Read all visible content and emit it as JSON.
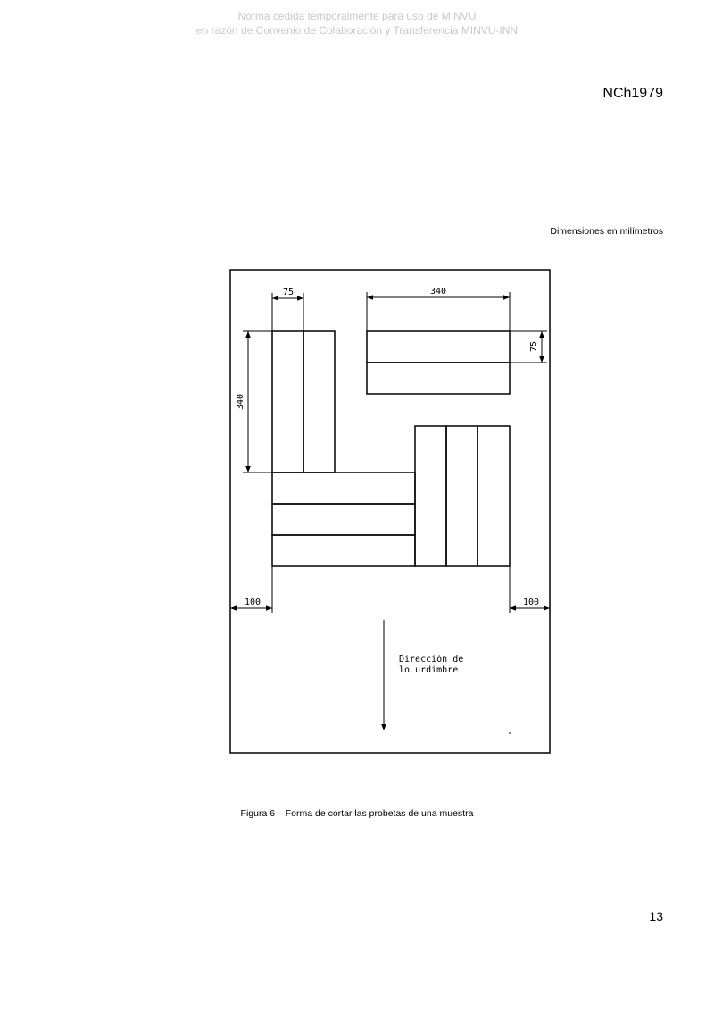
{
  "watermark": {
    "line1": "Norma cedida temporalmente para uso de MINVU",
    "line2": "en razón de Convenio de Colaboración y Transferencia MINVU-INN"
  },
  "header": {
    "standard_code": "NCh1979"
  },
  "figure": {
    "dimensions_note": "Dimensiones en  milímetros",
    "labels": {
      "width_top_left": "75",
      "length_top_right": "340",
      "width_right": "75",
      "length_left": "340",
      "margin_left": "100",
      "margin_right": "100",
      "warp_line1": "Dirección de",
      "warp_line2": "lo urdimbre"
    },
    "caption": "Figura 6 – Forma de cortar las probetas de una muestra"
  },
  "footer": {
    "page_number": "13"
  }
}
